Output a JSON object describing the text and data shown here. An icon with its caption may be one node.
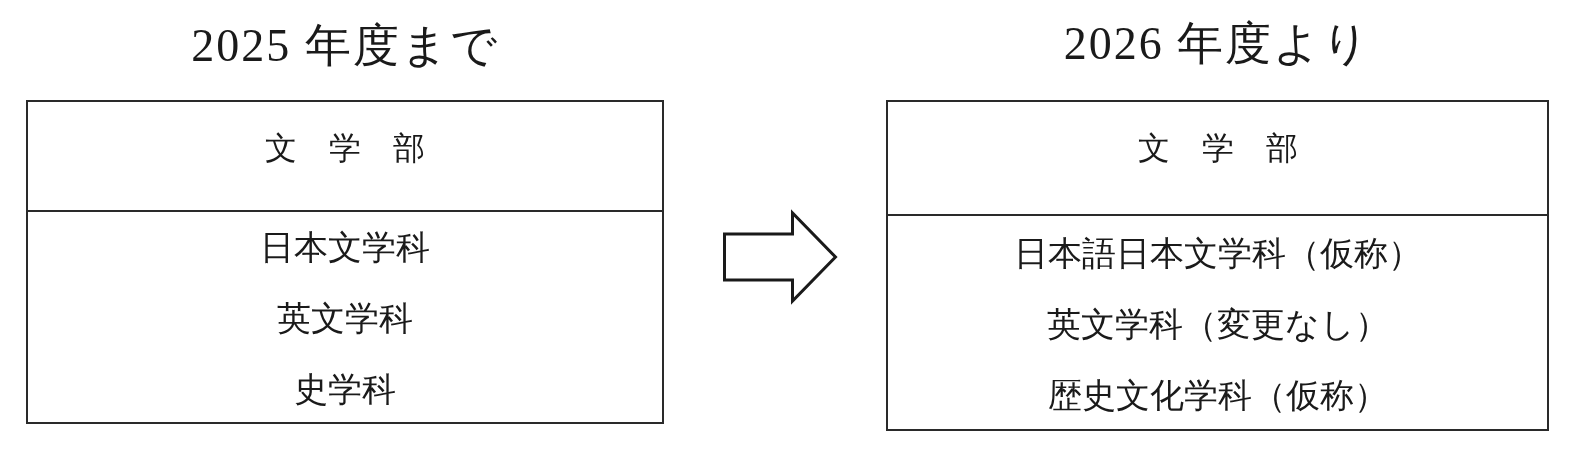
{
  "diagram": {
    "nodes": [
      {
        "text": [
          "2025 年度まで"
        ]
      },
      {
        "text": [
          "文 学 部"
        ],
        "in": 0
      },
      {
        "text": [
          "日本文学科",
          "英文学科",
          "史学科"
        ],
        "in": 0
      },
      {
        "text": [
          "2026 年度より"
        ]
      },
      {
        "text": [
          "文 学 部"
        ],
        "in": 3
      },
      {
        "text": [
          "日本語日本文学科（仮称）",
          "英文学科（変更なし）",
          "歴史文化学科（仮称）"
        ],
        "in": 3
      }
    ],
    "edges": [
      {
        "from": 0,
        "to": 3,
        "arrow": "to",
        "style": "thick"
      }
    ]
  }
}
